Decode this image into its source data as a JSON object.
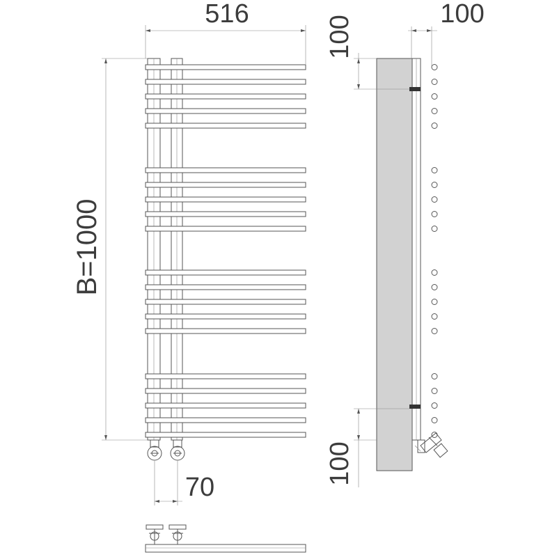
{
  "dimensions": {
    "width": "516",
    "depth": "100",
    "height": "B=1000",
    "top_offset": "100",
    "bottom_offset": "100",
    "connection_spacing": "70"
  },
  "front_view": {
    "rail_groups": [
      5,
      5,
      5,
      5
    ]
  },
  "colors": {
    "line": "#555555",
    "text": "#3c3c3c",
    "side_panel": "#cfcfcf"
  }
}
